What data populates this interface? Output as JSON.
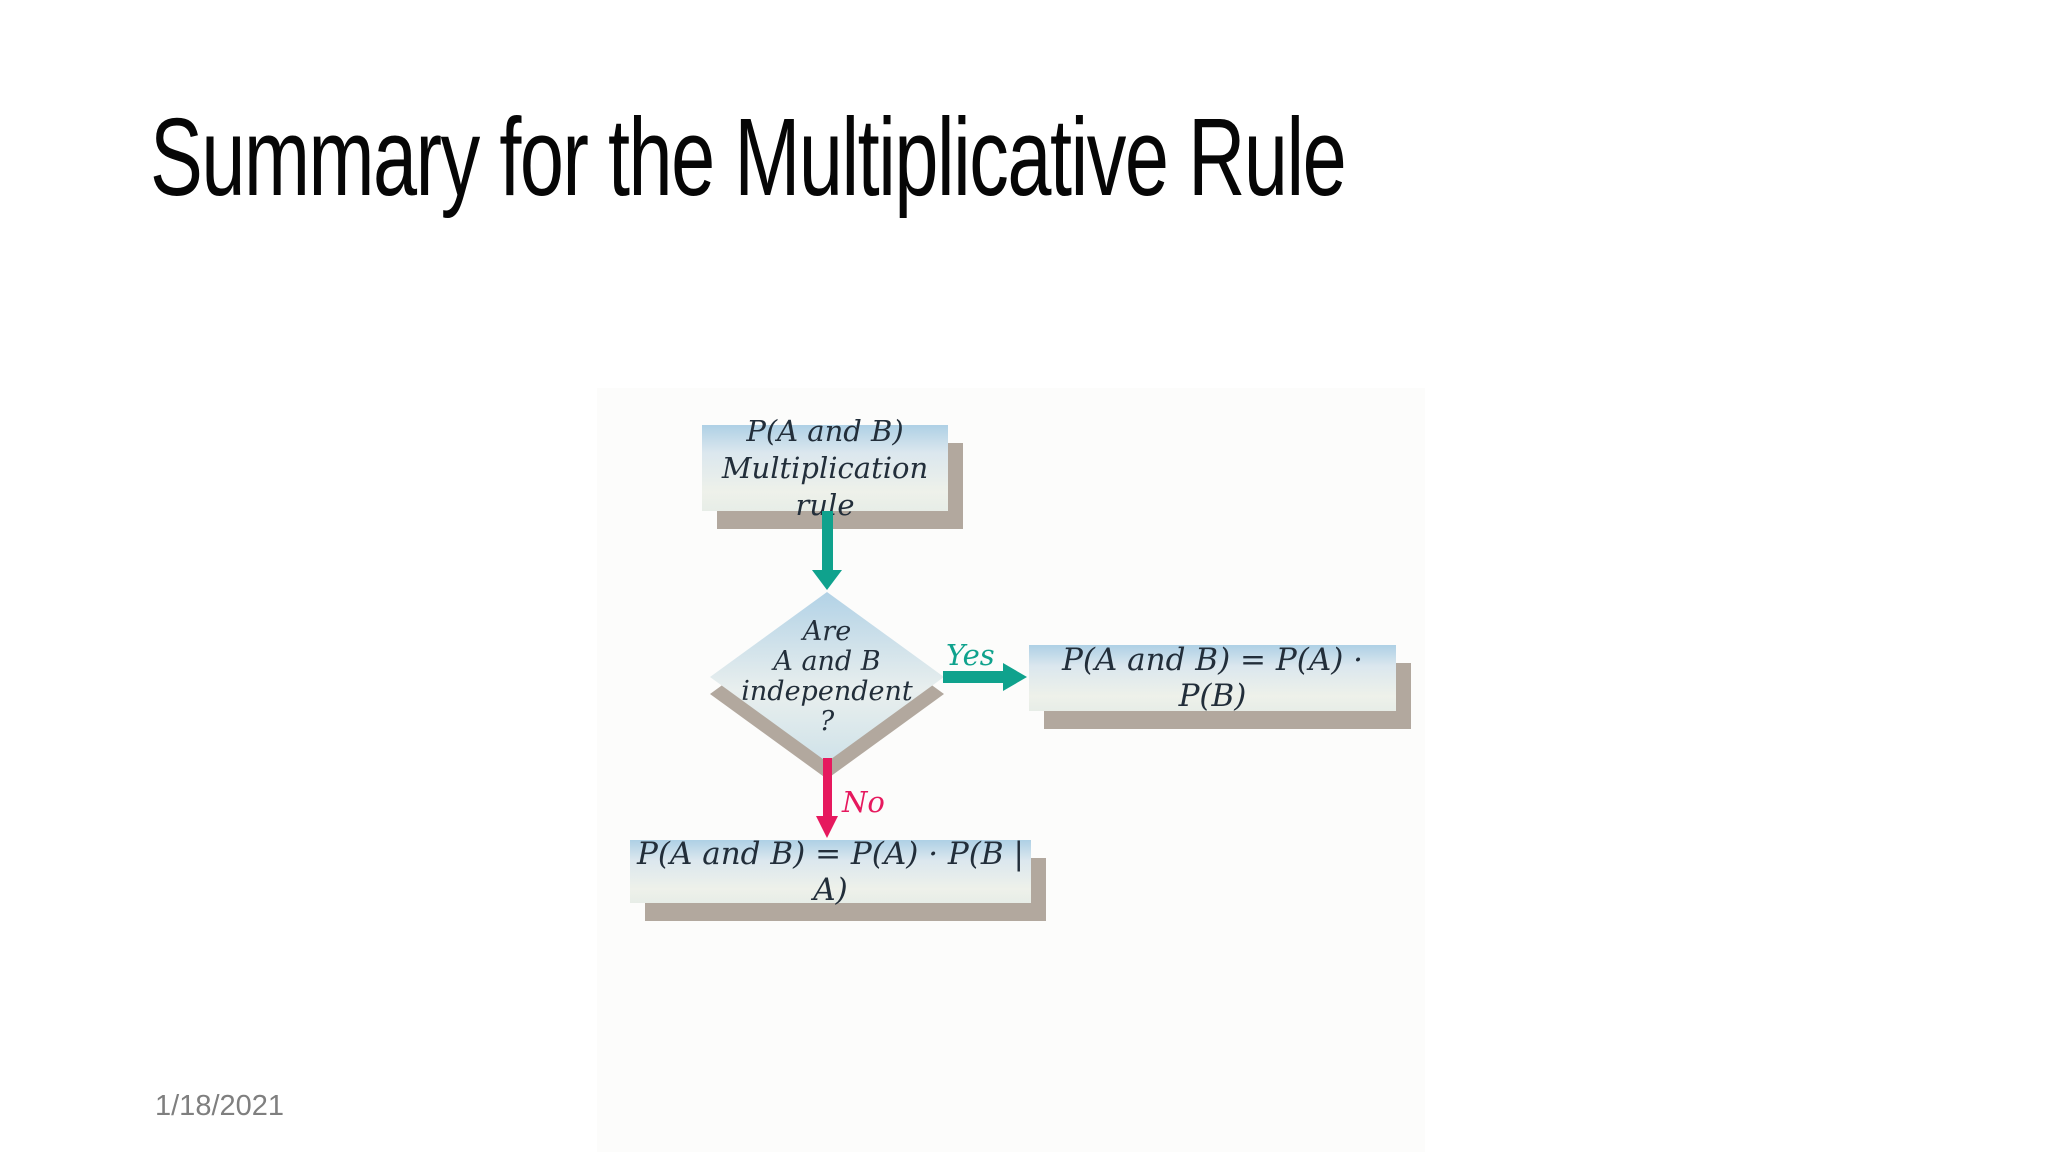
{
  "slide": {
    "title": "Summary for the Multiplicative Rule",
    "date": "1/18/2021"
  },
  "flowchart": {
    "start_box": {
      "line1": "P(A and B)",
      "line2": "Multiplication rule"
    },
    "decision": {
      "line1": "Are",
      "line2": "A and B",
      "line3": "independent",
      "line4": "?"
    },
    "yes_label": "Yes",
    "no_label": "No",
    "yes_box": "P(A and B) = P(A) · P(B)",
    "no_box": "P(A and B) = P(A) · P(B | A)",
    "colors": {
      "teal": "#0fa28d",
      "pink": "#e6195e",
      "box_top": "#aed0e5",
      "box_bottom": "#eef1ea",
      "shadow": "#b2a89e",
      "text": "#222e3a"
    }
  }
}
